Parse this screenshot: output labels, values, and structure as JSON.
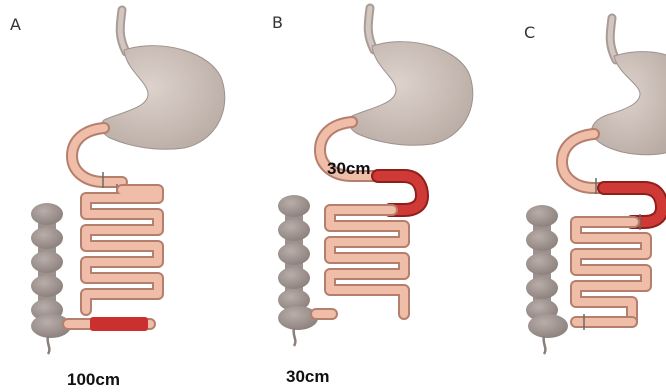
{
  "panels": [
    {
      "letter": "A",
      "label": "100cm"
    },
    {
      "letter": "B",
      "label": "30cm",
      "inline_label": "30cm"
    },
    {
      "letter": "C"
    }
  ],
  "colors": {
    "stomach": "#cfc2bb",
    "intestine": "#eab39c",
    "intestine_core": "#f3c8b4",
    "outline": "#b57f6d",
    "highlight": "#c9302e",
    "colon": "#a19692",
    "background": "#ffffff"
  }
}
